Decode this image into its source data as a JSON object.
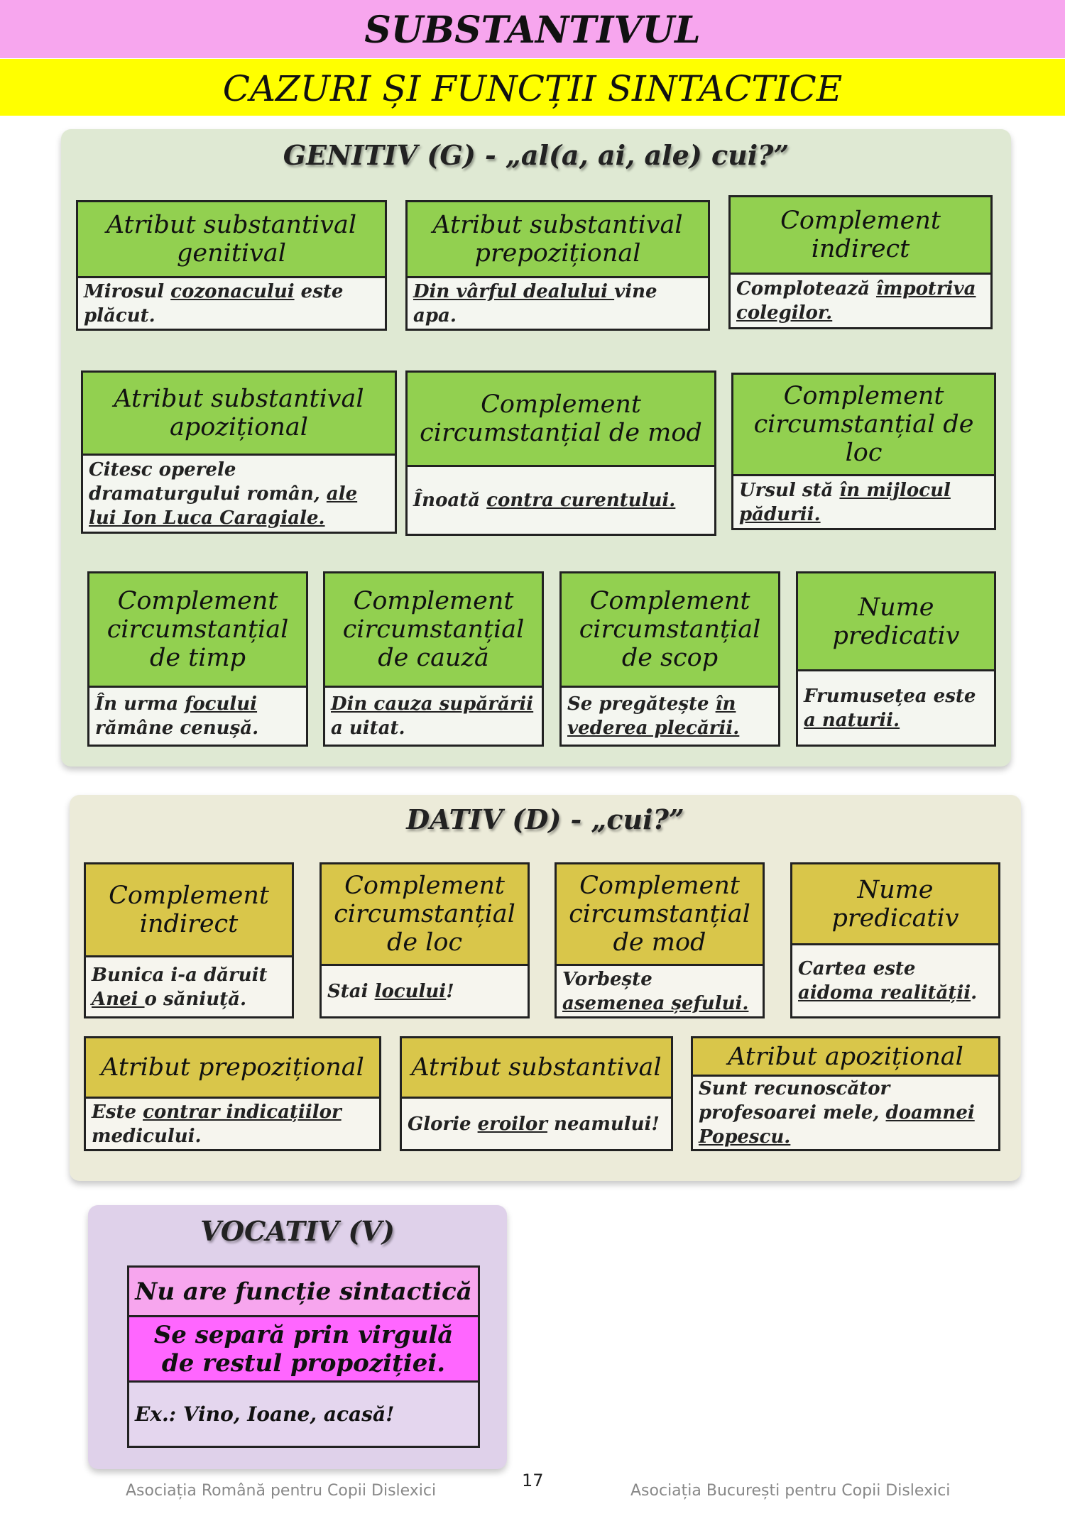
{
  "title": "SUBSTANTIVUL",
  "subtitle": "CAZURI ȘI FUNCȚII SINTACTICE",
  "genitiv": {
    "title": "GENITIV (G) - „al(a, ai, ale) cui?”",
    "cards": [
      {
        "head": "Atribut substantival genitival",
        "ex": [
          {
            "t": "Mirosul "
          },
          {
            "t": "cozonacului",
            "u": true
          },
          {
            "t": " este plăcut."
          }
        ]
      },
      {
        "head": "Atribut substantival prepozițional",
        "ex": [
          {
            "t": "Din vârful dealului ",
            "u": true
          },
          {
            "t": "vine apa."
          }
        ]
      },
      {
        "head": "Complement indirect",
        "ex": [
          {
            "t": "Complotează "
          },
          {
            "t": "împotriva colegilor.",
            "u": true
          }
        ]
      },
      {
        "head": "Atribut substantival apozițional",
        "ex": [
          {
            "t": "Citesc operele dramaturgului român, "
          },
          {
            "t": "ale lui Ion Luca Caragiale.",
            "u": true
          }
        ]
      },
      {
        "head": "Complement circumstanțial de mod",
        "ex": [
          {
            "t": "Înoată "
          },
          {
            "t": "contra curentului.",
            "u": true
          }
        ]
      },
      {
        "head": "Complement circumstanțial de loc",
        "ex": [
          {
            "t": "Ursul stă "
          },
          {
            "t": "în mijlocul pădurii.",
            "u": true
          }
        ]
      },
      {
        "head": "Complement circumstanțial de timp",
        "ex": [
          {
            "t": "În urma "
          },
          {
            "t": "focului",
            "u": true
          },
          {
            "t": " rămâne cenușă."
          }
        ]
      },
      {
        "head": "Complement circumstanțial de cauză",
        "ex": [
          {
            "t": "Din cauza supărării",
            "u": true
          },
          {
            "t": " a uitat."
          }
        ]
      },
      {
        "head": "Complement circumstanțial de scop",
        "ex": [
          {
            "t": "Se pregătește "
          },
          {
            "t": "în vederea plecării.",
            "u": true
          }
        ]
      },
      {
        "head": "Nume predicativ",
        "ex": [
          {
            "t": "Frumusețea este "
          },
          {
            "t": "a naturii.",
            "u": true
          }
        ]
      }
    ]
  },
  "dativ": {
    "title": "DATIV (D) - „cui?”",
    "cards": [
      {
        "head": "Complement indirect",
        "ex": [
          {
            "t": "Bunica i-a dăruit "
          },
          {
            "t": "Anei ",
            "u": true
          },
          {
            "t": "o săniuță."
          }
        ]
      },
      {
        "head": "Complement circumstanțial de loc",
        "ex": [
          {
            "t": "Stai "
          },
          {
            "t": "locului",
            "u": true
          },
          {
            "t": "!"
          }
        ]
      },
      {
        "head": "Complement circumstanțial de mod",
        "ex": [
          {
            "t": "Vorbește "
          },
          {
            "t": "asemenea șefului.",
            "u": true
          }
        ]
      },
      {
        "head": "Nume predicativ",
        "ex": [
          {
            "t": "Cartea este "
          },
          {
            "t": "aidoma realității",
            "u": true
          },
          {
            "t": "."
          }
        ]
      },
      {
        "head": "Atribut prepozițional",
        "ex": [
          {
            "t": "Este "
          },
          {
            "t": "contrar indicațiilor",
            "u": true
          },
          {
            "t": " medicului."
          }
        ]
      },
      {
        "head": "Atribut substantival",
        "ex": [
          {
            "t": "Glorie "
          },
          {
            "t": "eroilor",
            "u": true
          },
          {
            "t": " neamului!"
          }
        ]
      },
      {
        "head": "Atribut apozițional",
        "ex": [
          {
            "t": "Sunt recunoscător profesoarei mele, "
          },
          {
            "t": "doamnei Popescu.",
            "u": true
          }
        ]
      }
    ]
  },
  "vocativ": {
    "title": "VOCATIV  (V)",
    "row1": "Nu are funcție sintactică",
    "row2": "Se separă prin virgulă de restul propoziției.",
    "example": "Ex.: Vino, Ioane, acasă!"
  },
  "footer": {
    "page_number": "17",
    "left": "Asociația Română pentru Copii Dislexici",
    "right": "Asociația București pentru Copii Dislexici"
  },
  "colors": {
    "title_bg": "#f7a6ee",
    "subtitle_bg": "#ffff00",
    "genitiv_panel": "#dfe9d3",
    "genitiv_head": "#92d050",
    "dativ_panel": "#ecebd9",
    "dativ_head": "#d9c64a",
    "vocativ_panel": "#dfd1ea",
    "vocativ_row1": "#f7a6ee",
    "vocativ_row2": "#ff66ff"
  }
}
